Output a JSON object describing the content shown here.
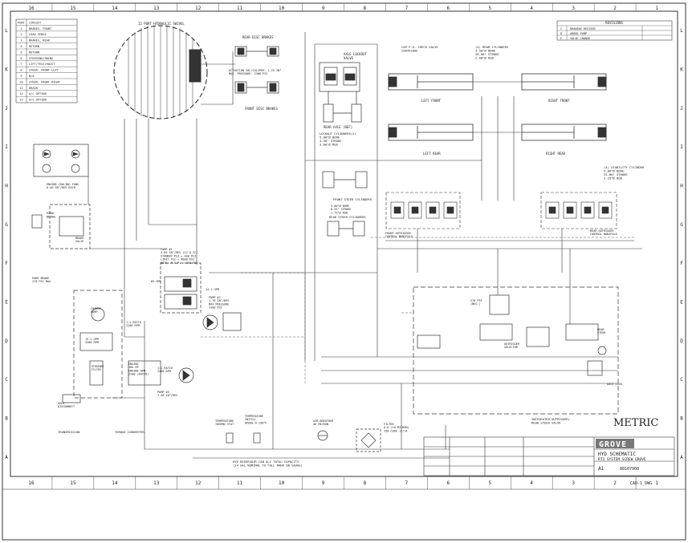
{
  "border": {
    "columns": [
      "16",
      "15",
      "14",
      "13",
      "12",
      "11",
      "10",
      "9",
      "8",
      "7",
      "6",
      "5",
      "4",
      "3",
      "2",
      "1"
    ],
    "rows": [
      "L",
      "K",
      "J",
      "I",
      "H",
      "G",
      "F",
      "E",
      "D",
      "C",
      "B",
      "A"
    ]
  },
  "port_table": {
    "headers": [
      "PORT",
      "CIRCUIT"
    ],
    "rows": [
      [
        "1",
        "BRAKES, FRONT"
      ],
      [
        "2",
        "LOAD SENSE"
      ],
      [
        "3",
        "BRAKES, REAR"
      ],
      [
        "4",
        "RETURN"
      ],
      [
        "5",
        "RETURN"
      ],
      [
        "6",
        "STEERING/SWING"
      ],
      [
        "7",
        "LIFT/TELE/HOIST"
      ],
      [
        "8",
        "STEER, FRONT-LEFT"
      ],
      [
        "9",
        "N/A"
      ],
      [
        "10",
        "STEER, FRONT-RIGHT"
      ],
      [
        "11",
        "DRAIN"
      ],
      [
        "12",
        "A/C OPTION"
      ],
      [
        "13",
        "A/C OPTION"
      ]
    ]
  },
  "revision_block": {
    "title": "REVISIONS",
    "rows": [
      [
        "C",
        "DRAWING REVISED"
      ],
      [
        "D",
        "ADDED PUMP"
      ],
      [
        "E",
        "VALVE CHANGE"
      ]
    ]
  },
  "labels": {
    "hydraulic_swivel": "12 PORT HYDRAULIC SWIVEL",
    "rear_disc": "REAR DISC BRAKES",
    "front_disc": "FRONT DISC BRAKES",
    "actuation": "ACTUATION VOL/CALIPER: 1.25 IN³\nMAX. PRESSURE: 2300 PSI",
    "axle_lockout": "AXLE LOCKOUT\nVALVE",
    "rear_axle": "REAR AXLE (REF)",
    "lockout_cyl": "LOCKOUT CYLINDERS(2)\n5.00\"Ø BORE\n4.50\" STROKE\n3.00\"Ø ROD",
    "front_steer": "FRONT STEER CYLINDERS",
    "steer_spec": "3.00\"Ø BORE\n8.33\" STROKE\n1.75\"Ø ROD",
    "rear_steer": "REAR STEER CYLINDERS",
    "check_valve": "CAP P.O. CHECK VALVE\nCARTRIDGE",
    "outrigger_cyl": "(4) BEAM CYLINDERS\n3.50\"Ø BORE\n26.00\" STROKE\n2.00\"Ø ROD",
    "left_front": "LEFT FRONT",
    "right_front": "RIGHT FRONT",
    "left_rear": "LEFT REAR",
    "right_rear": "RIGHT REAR",
    "stab_cyl": "(4) STABILITY CYLINDER\n4.00\"Ø BORE\n25.00\" STROKE\n2.25\"Ø ROD",
    "engine_fans": "ENGINE COOLING FANS\n0.46 IN³/REV EACH",
    "park_brake": "PARK\nBRAKE",
    "brake_valve": "BRAKE\nVALVE",
    "park_brake_max": "PARK BRAKE\n270 PSI MAX",
    "pump1": "PUMP #1\n4.83 IN³/REV (12.0 CC)\nSTANDBY PSI = 400 PSI\nLIMIT PSI = 4000 PSI\nNOTE: P.C.P. = 350 PSI",
    "pump2": "PUMP #2\n1.70 IN³/REV\nMAX PRESSURE\n3100 PSI",
    "pump3": "PUMP #3\n2.46 IN³/REV",
    "gpm_main": "65 GPM",
    "gpm_side": "14.1 GPM",
    "ratio1": "1:1 RATIO\n2200 RPM",
    "ratio2": "1:1 RATIO\n2200 RPM",
    "engine": "ENGINE\n166 HP\nENGINE RPM\n2200 (RATED)",
    "charge_flow": "15.2 GPM\n4200 RPM",
    "strainer": "STRAINER\nFILTER",
    "charge_pump": "CHARGE\nPUMP",
    "axle_disconnect": "AXLE\nDISCONNECT",
    "transmission": "TRANSMISSION",
    "converter": "TORQUE CONVERTER",
    "temp_sender": "TEMPERATURE\nTHERMO STAT",
    "temp_switch": "TEMPERATURE\nSWITCH\nOPENS @ 190°F",
    "breather": "AIR BREATHER\n40 MICRON",
    "filter": "FILTER\n6.0 (10 MICRON)\n150 CODE 17/14",
    "reservoir": "HYD RESERVOIR CAN ALL TOTAL CAPACITY\n(24 GAL NOMINAL TO FULL MARK ON GAUGE)",
    "outrigger_valve": "INTEGRATED OUTRIGGER/\nREAR STEER VALVE",
    "outrigger_selector": "OUTRIGGER\nSELECTOR",
    "front_manifold": "FRONT OUTRIGGER\nCONTROL MANIFOLD",
    "rear_manifold": "REAR OUTRIGGER\nCONTROL MANIFOLD",
    "axle_lock": "AXLE LOCK",
    "press_270": "270 PSI\n(NEG.)",
    "steer_press": "REAR\nSTEER",
    "metric": "METRIC"
  },
  "title_block": {
    "brand": "GROVE",
    "title": "HYD SCHEMATIC",
    "subtitle": "RT3 SYSTEM SCREW GROVE",
    "sheet": "CAD-1_DWG",
    "size": "A1",
    "drawing_no": "80107908"
  }
}
